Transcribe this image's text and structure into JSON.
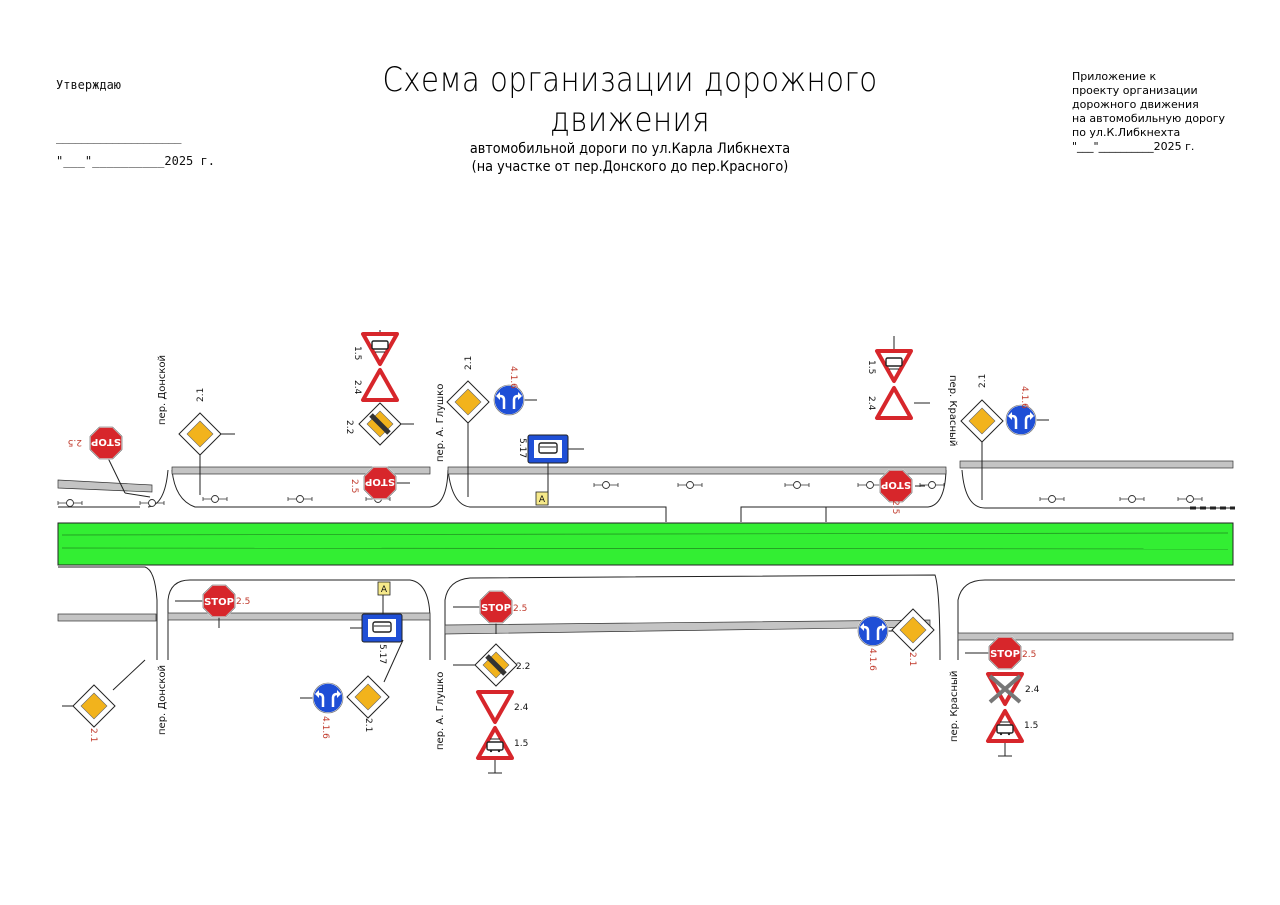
{
  "approve": {
    "label": "Утверждаю",
    "signature_line": "____________________",
    "date_line": "\"___\"__________2025 г."
  },
  "header": {
    "title": "Схема организации дорожного движения",
    "subtitle_1": "автомобильной дороги по ул.Карла Либкнехта",
    "subtitle_2": "(на участке от пер.Донского до пер.Красного)"
  },
  "annex": {
    "lines": [
      "Приложение к",
      "проекту организации",
      "дорожного движения",
      "на автомобильную дорогу",
      "по ул.К.Либкнехта",
      "\"___\"__________2025 г."
    ]
  },
  "streets": {
    "donskoy": "пер. Донской",
    "glushko": "пер. А. Глушко",
    "krasny": "пер. Красный"
  },
  "sign_numbers": {
    "n21": "2.1",
    "n22": "2.2",
    "n24": "2.4",
    "n25": "2.5",
    "n15": "1.5",
    "n416": "4.1.6",
    "n517": "5.17"
  },
  "sign_text": {
    "stop": "STOP",
    "bus_a": "A"
  },
  "colors": {
    "median": "#33ee33",
    "sign_red": "#d7262b",
    "sign_blue": "#1f4fd6",
    "sign_yellow": "#f2b31c",
    "road_gray": "#bdbdbd"
  }
}
